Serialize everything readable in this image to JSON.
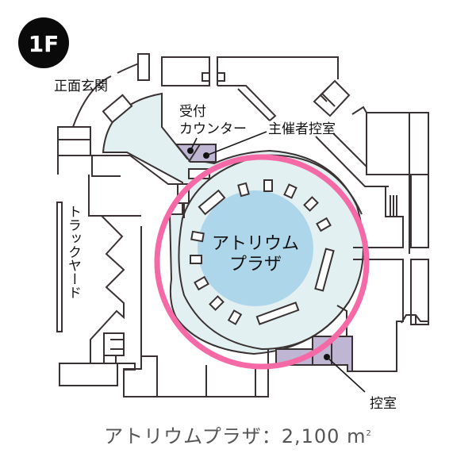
{
  "floor": {
    "label": "1F",
    "badge_color": "#0a0a0a"
  },
  "labels": {
    "main_entrance": "正面玄関",
    "reception_line1": "受付",
    "reception_line2": "カウンター",
    "organizer_room": "主催者控室",
    "truck_yard": "トラックヤード",
    "atrium_line1": "アトリウム",
    "atrium_line2": "プラザ",
    "waiting_room": "控室"
  },
  "footer": {
    "name": "アトリウムプラザ",
    "separator": "：",
    "area_value": "2,100",
    "area_unit": "m",
    "area_unit_sup": "2"
  },
  "colors": {
    "highlight_ring": "#f56aa6",
    "plaza_fill": "#aed6ea",
    "lobby_fill": "#e2f0f2",
    "room_fill": "#bfb6d4",
    "wall": "#3a3232"
  }
}
